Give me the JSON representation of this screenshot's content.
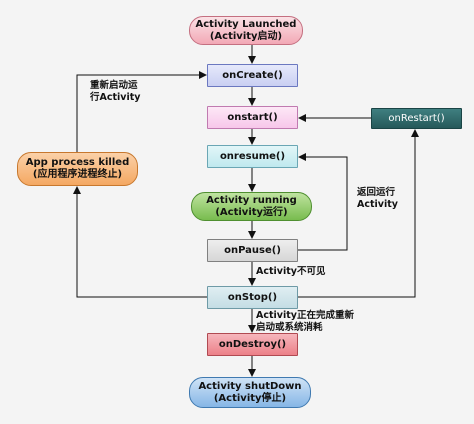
{
  "nodes": {
    "launched": {
      "line1": "Activity Launched",
      "line2": "(Activity启动)"
    },
    "oncreate": {
      "line1": "onCreate()"
    },
    "onstart": {
      "line1": "onstart()"
    },
    "onresume": {
      "line1": "onresume()"
    },
    "running": {
      "line1": "Activity running",
      "line2": "(Activity运行)"
    },
    "onpause": {
      "line1": "onPause()"
    },
    "onstop": {
      "line1": "onStop()"
    },
    "ondestroy": {
      "line1": "onDestroy()"
    },
    "shutdown": {
      "line1": "Activity shutDown",
      "line2": "(Activity停止)"
    },
    "onrestart": {
      "line1": "onRestart()"
    },
    "killed": {
      "line1": "App process killed",
      "line2": "(应用程序进程终止)"
    }
  },
  "labels": {
    "restart_activity": {
      "line1": "重新启动运",
      "line2": "行Activity"
    },
    "return_activity": {
      "line1": "返回运行",
      "line2": "Activity"
    },
    "invisible": {
      "line1": "Activity不可见"
    },
    "finishing": {
      "line1": "Activity正在完成重新",
      "line2": "启动或系统消耗"
    }
  },
  "colors": {
    "arrow": "#111111"
  }
}
